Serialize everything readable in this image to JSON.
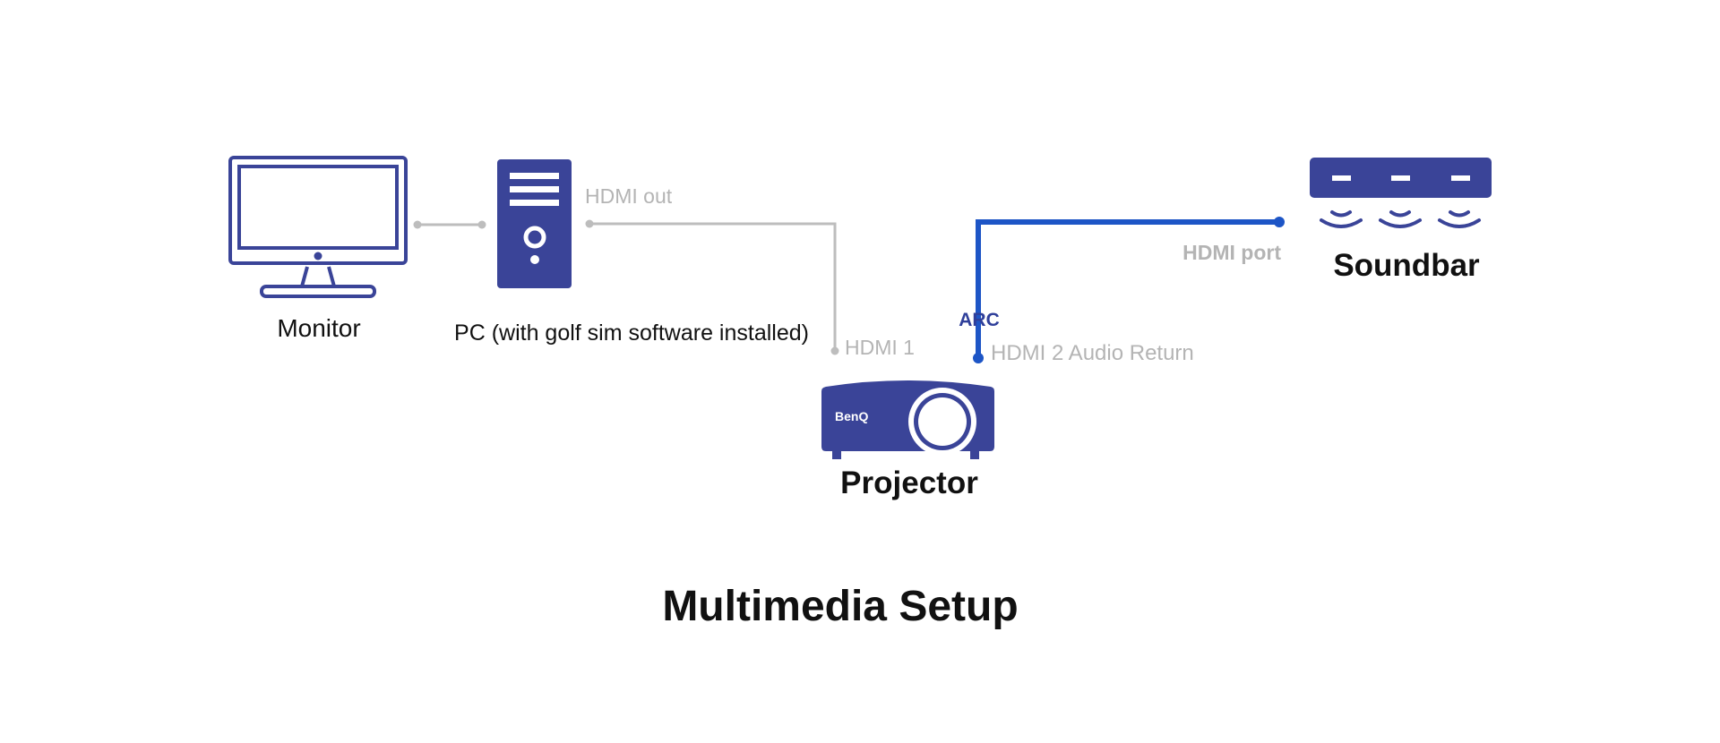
{
  "title": "Multimedia Setup",
  "devices": {
    "monitor": "Monitor",
    "pc": "PC (with golf sim software installed)",
    "projector": "Projector",
    "soundbar": "Soundbar",
    "projector_brand": "BenQ"
  },
  "ports": {
    "hdmi_out": "HDMI out",
    "hdmi_1": "HDMI 1",
    "arc": "ARC",
    "hdmi_2_audio_return": "HDMI 2 Audio Return",
    "hdmi_port": "HDMI port"
  },
  "colors": {
    "device_fill": "#3a4498",
    "arc_line": "#1d55c6",
    "arc_label": "#2f3f9a",
    "grey_line": "#bdbdbd",
    "port_label": "#b4b4b4",
    "text_dark": "#111111",
    "background": "#ffffff"
  },
  "icons": {
    "monitor": "monitor-icon",
    "pc": "pc-tower-icon",
    "projector": "projector-icon",
    "soundbar": "soundbar-icon"
  }
}
